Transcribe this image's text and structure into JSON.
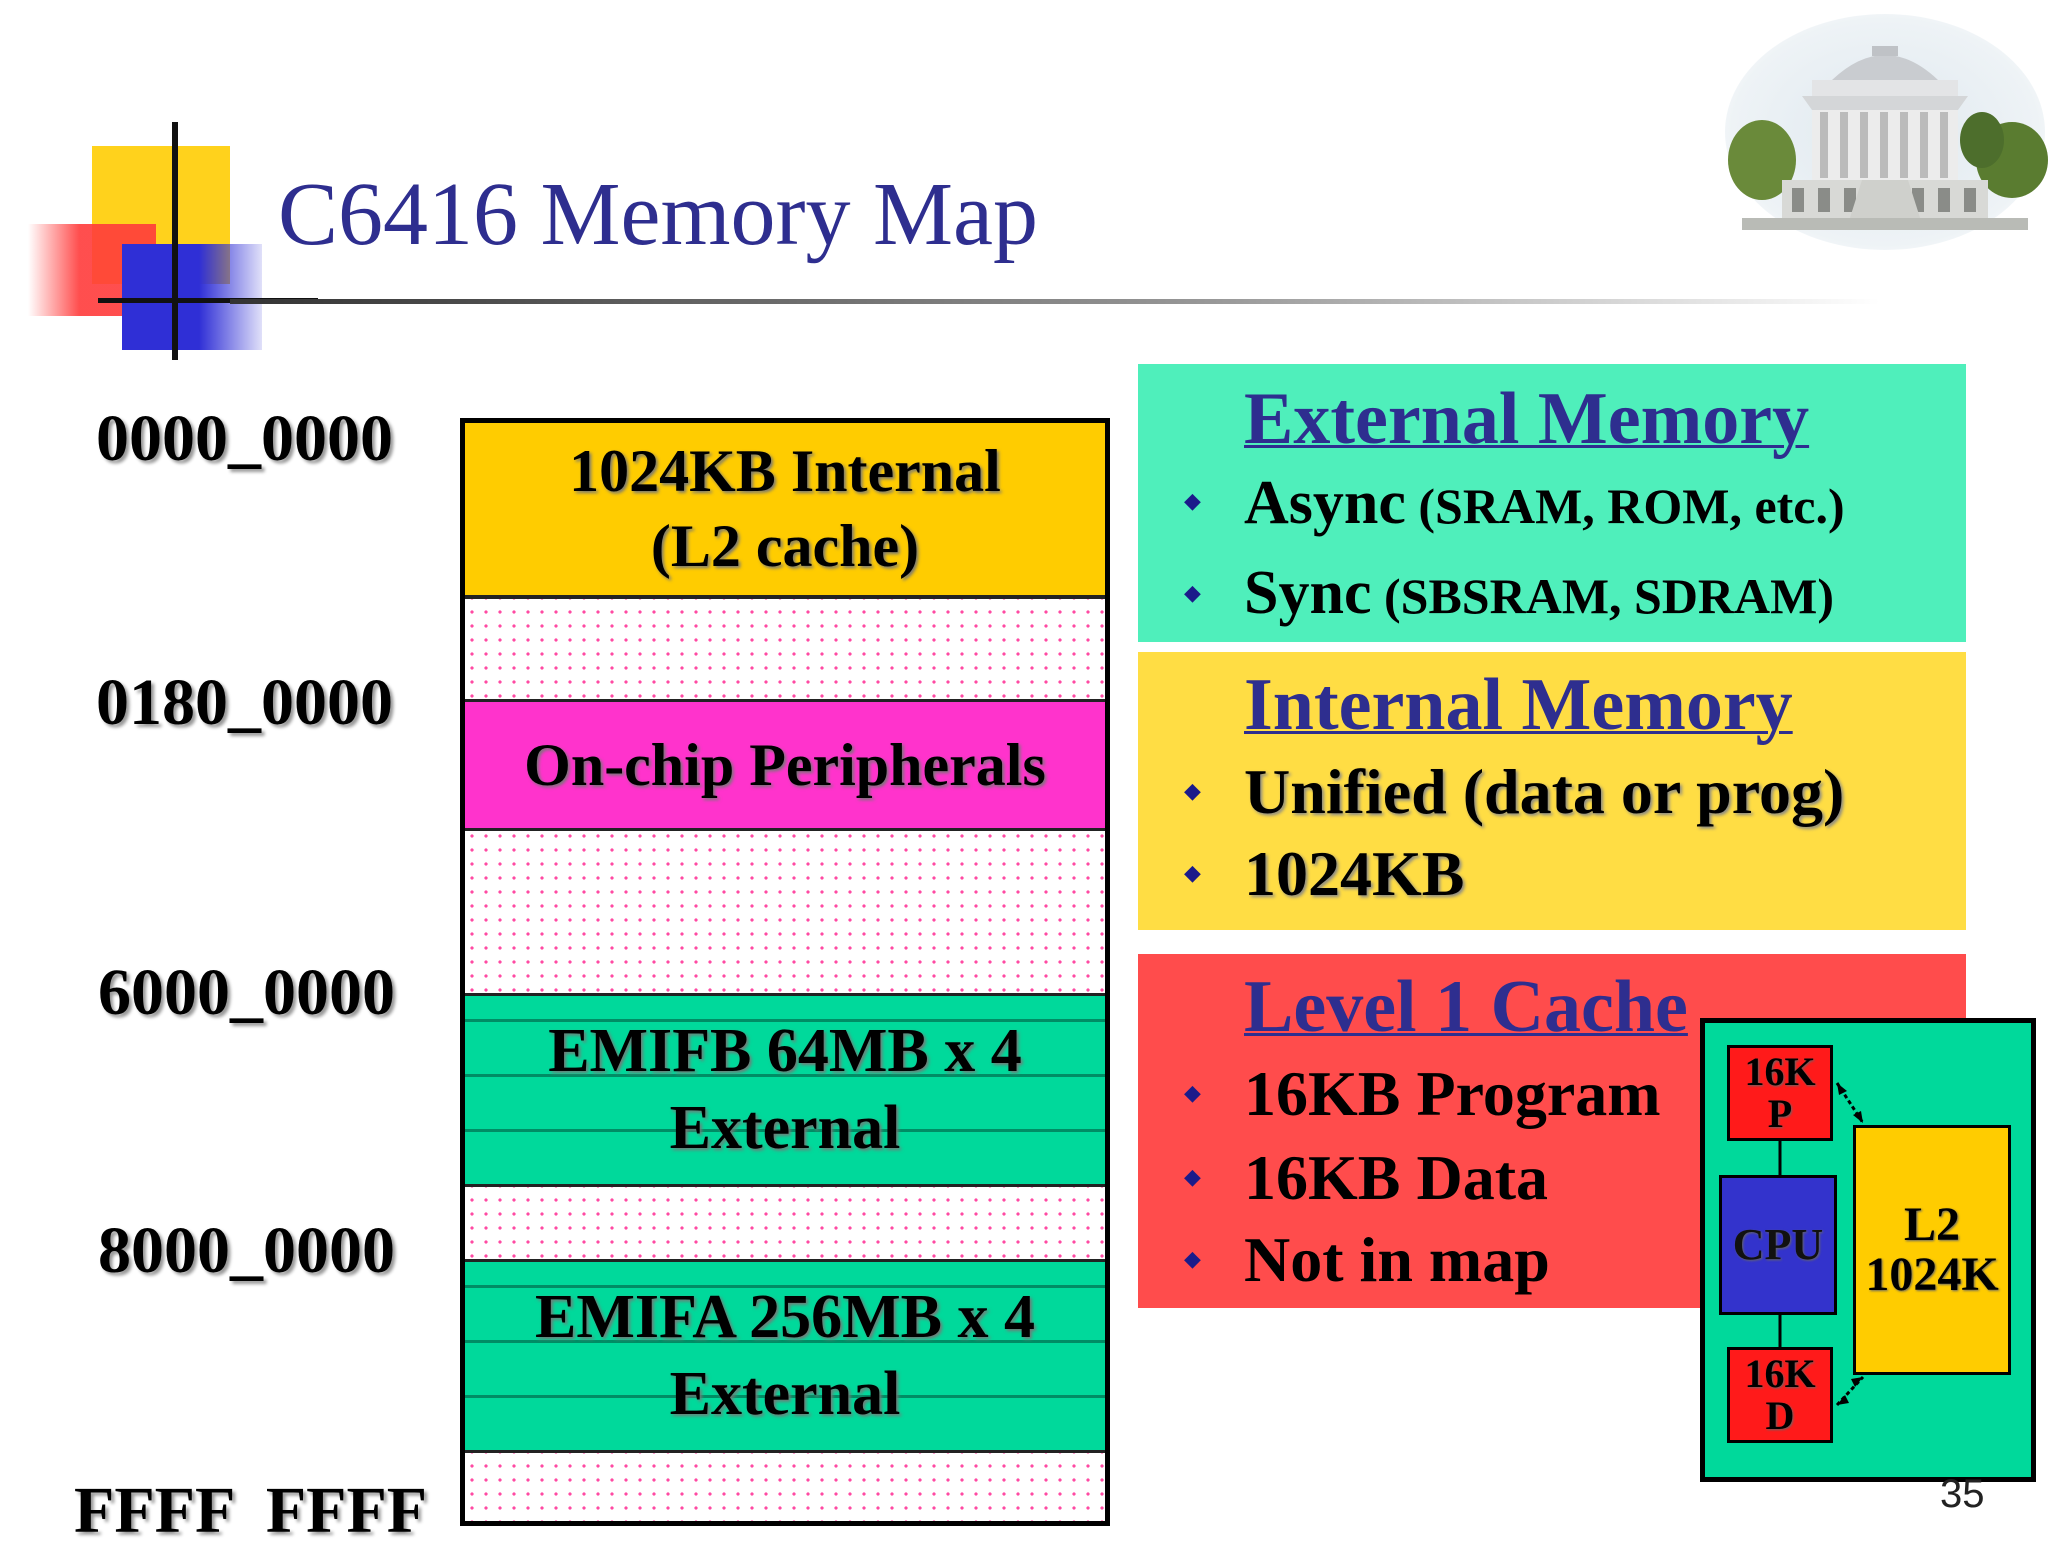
{
  "slide": {
    "title": "C6416 Memory Map",
    "page_number": "35"
  },
  "addresses": [
    "0000_0000",
    "0180_0000",
    "6000_0000",
    "8000_0000",
    "FFFF  FFFF"
  ],
  "memory_map": {
    "l2_line1": "1024KB Internal",
    "l2_line2": "(L2 cache)",
    "peripherals": "On-chip Peripherals",
    "emifb_line1": "EMIFB 64MB x 4",
    "emifb_line2": "External",
    "emifa_line1": "EMIFA 256MB x 4",
    "emifa_line2": "External"
  },
  "panels": {
    "external": {
      "heading": "External Memory",
      "items": [
        {
          "main": "Async",
          "detail": " (SRAM, ROM, etc.)"
        },
        {
          "main": "Sync",
          "detail": " (SBSRAM, SDRAM)"
        }
      ]
    },
    "internal": {
      "heading": "Internal Memory",
      "items": [
        "Unified (data or prog)",
        "1024KB"
      ]
    },
    "level1": {
      "heading": "Level 1 Cache",
      "items": [
        "16KB Program",
        "16KB Data",
        "Not in map"
      ]
    }
  },
  "cache_diagram": {
    "p_line1": "16K",
    "p_line2": "P",
    "cpu": "CPU",
    "d_line1": "16K",
    "d_line2": "D",
    "l2_line1": "L2",
    "l2_line2": "1024K"
  },
  "colors": {
    "title": "#2e2e8f",
    "l2": "#ffcc00",
    "peripherals": "#ff33cc",
    "external": "#00d99b",
    "panel_external": "#4fefbb",
    "panel_internal": "#ffdd44",
    "panel_l1": "#ff4c4c"
  }
}
